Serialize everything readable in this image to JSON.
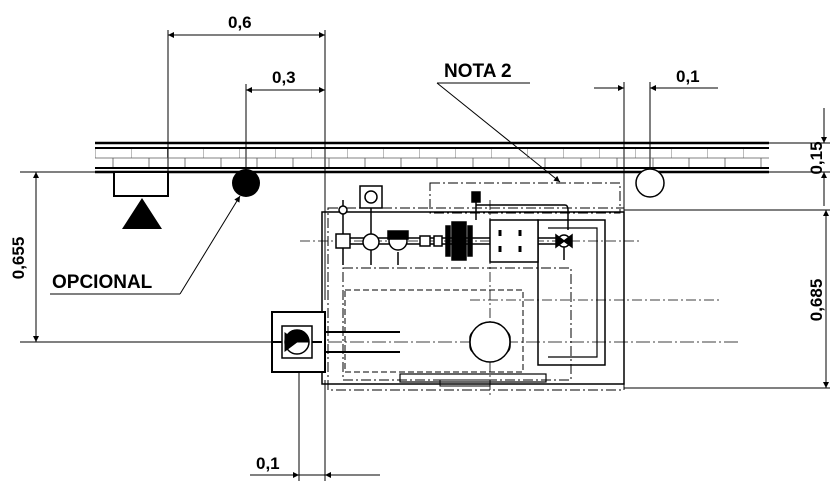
{
  "dimensions": {
    "top_spacing": "0,6",
    "inner_spacing": "0,3",
    "right_gap": "0,1",
    "wall_thickness": "0,15",
    "left_height": "0,655",
    "right_height": "0,685",
    "bottom_gap": "0,1"
  },
  "labels": {
    "note": "NOTA 2",
    "optional": "OPCIONAL"
  }
}
